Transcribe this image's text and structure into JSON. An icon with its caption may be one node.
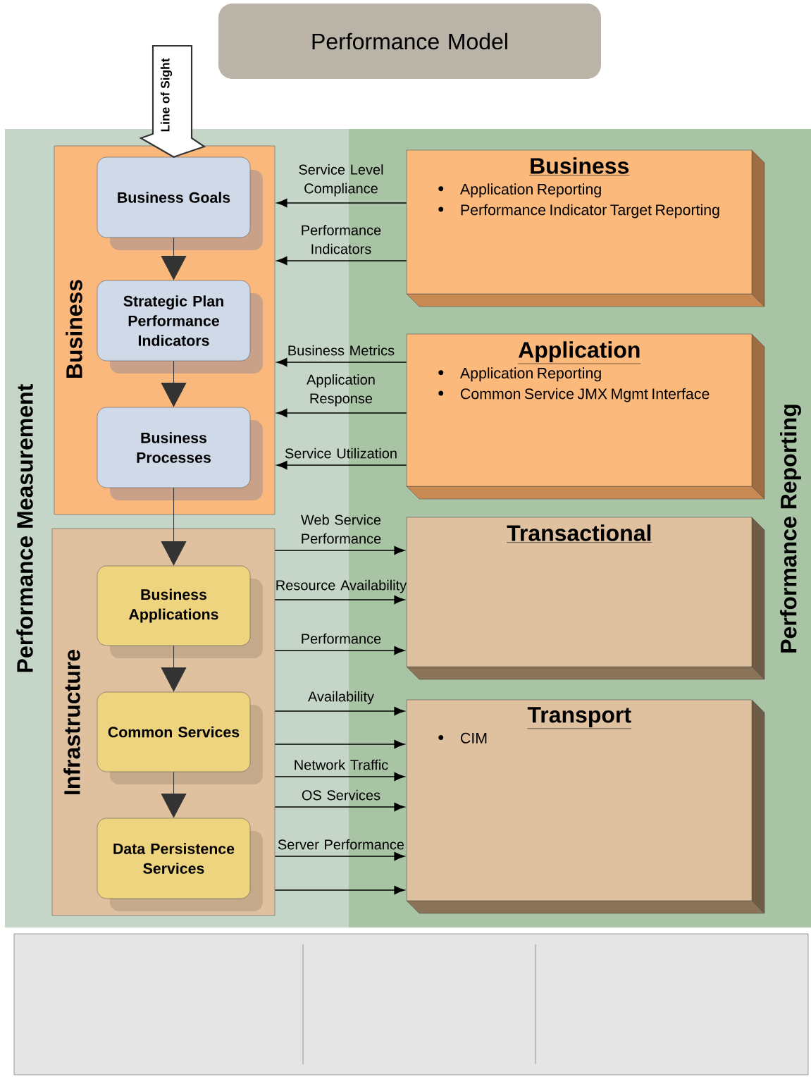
{
  "diagram": {
    "nodes": [
      {
        "text": [
          "Performance Model"
        ]
      },
      {
        "text": [
          "Performance Measurement"
        ]
      },
      {
        "text": [
          "Performance Reporting"
        ]
      },
      {
        "text": [
          "Business"
        ],
        "in": 1
      },
      {
        "text": [
          "Business Goals"
        ],
        "in": 3
      },
      {
        "text": [
          "Strategic Plan Performance Indicators"
        ],
        "in": 3
      },
      {
        "text": [
          "Business Processes"
        ],
        "in": 3
      },
      {
        "text": [
          "Infrastructure"
        ],
        "in": 1
      },
      {
        "text": [
          "Business Applications"
        ],
        "in": 7
      },
      {
        "text": [
          "Common Services"
        ],
        "in": 7
      },
      {
        "text": [
          "Data Persistence Services"
        ],
        "in": 7
      },
      {
        "text": [
          "Business",
          "Application Reporting",
          "Performance Indicator Target Reporting"
        ],
        "in": 2
      },
      {
        "text": [
          "Application",
          "Application Reporting",
          "Common Service JMX Mgmt Interface"
        ],
        "in": 2
      },
      {
        "text": [
          "Transactional"
        ],
        "in": 2
      },
      {
        "text": [
          "Transport",
          "CIM"
        ],
        "in": 2
      }
    ],
    "edges": [
      {
        "from": null,
        "to": 4,
        "arrow": "to",
        "label": "Line of Sight",
        "style": "thick"
      },
      {
        "from": 4,
        "to": 5,
        "arrow": "to"
      },
      {
        "from": 5,
        "to": 6,
        "arrow": "to"
      },
      {
        "from": 6,
        "to": 8,
        "arrow": "to"
      },
      {
        "from": 8,
        "to": 9,
        "arrow": "to"
      },
      {
        "from": 9,
        "to": 10,
        "arrow": "to"
      },
      {
        "from": 11,
        "to": 3,
        "arrow": "to",
        "label": "Service Level Compliance"
      },
      {
        "from": 11,
        "to": 3,
        "arrow": "to",
        "label": "Performance Indicators"
      },
      {
        "from": 12,
        "to": 3,
        "arrow": "to",
        "label": "Business Metrics"
      },
      {
        "from": 12,
        "to": 3,
        "arrow": "to",
        "label": "Application Response"
      },
      {
        "from": 12,
        "to": 3,
        "arrow": "to",
        "label": "Service Utilization"
      },
      {
        "from": 7,
        "to": 13,
        "arrow": "to",
        "label": "Web Service Performance"
      },
      {
        "from": 7,
        "to": 13,
        "arrow": "to",
        "label": "Resource Availability"
      },
      {
        "from": 7,
        "to": 13,
        "arrow": "to",
        "label": "Performance"
      },
      {
        "from": 7,
        "to": 14,
        "arrow": "to",
        "label": "Availability"
      },
      {
        "from": 7,
        "to": 14,
        "arrow": "to"
      },
      {
        "from": 7,
        "to": 14,
        "arrow": "to",
        "label": "Network Traffic"
      },
      {
        "from": 7,
        "to": 14,
        "arrow": "to",
        "label": "OS Services"
      },
      {
        "from": 7,
        "to": 14,
        "arrow": "to",
        "label": "Server Performance"
      },
      {
        "from": 7,
        "to": 14,
        "arrow": "to"
      }
    ]
  }
}
